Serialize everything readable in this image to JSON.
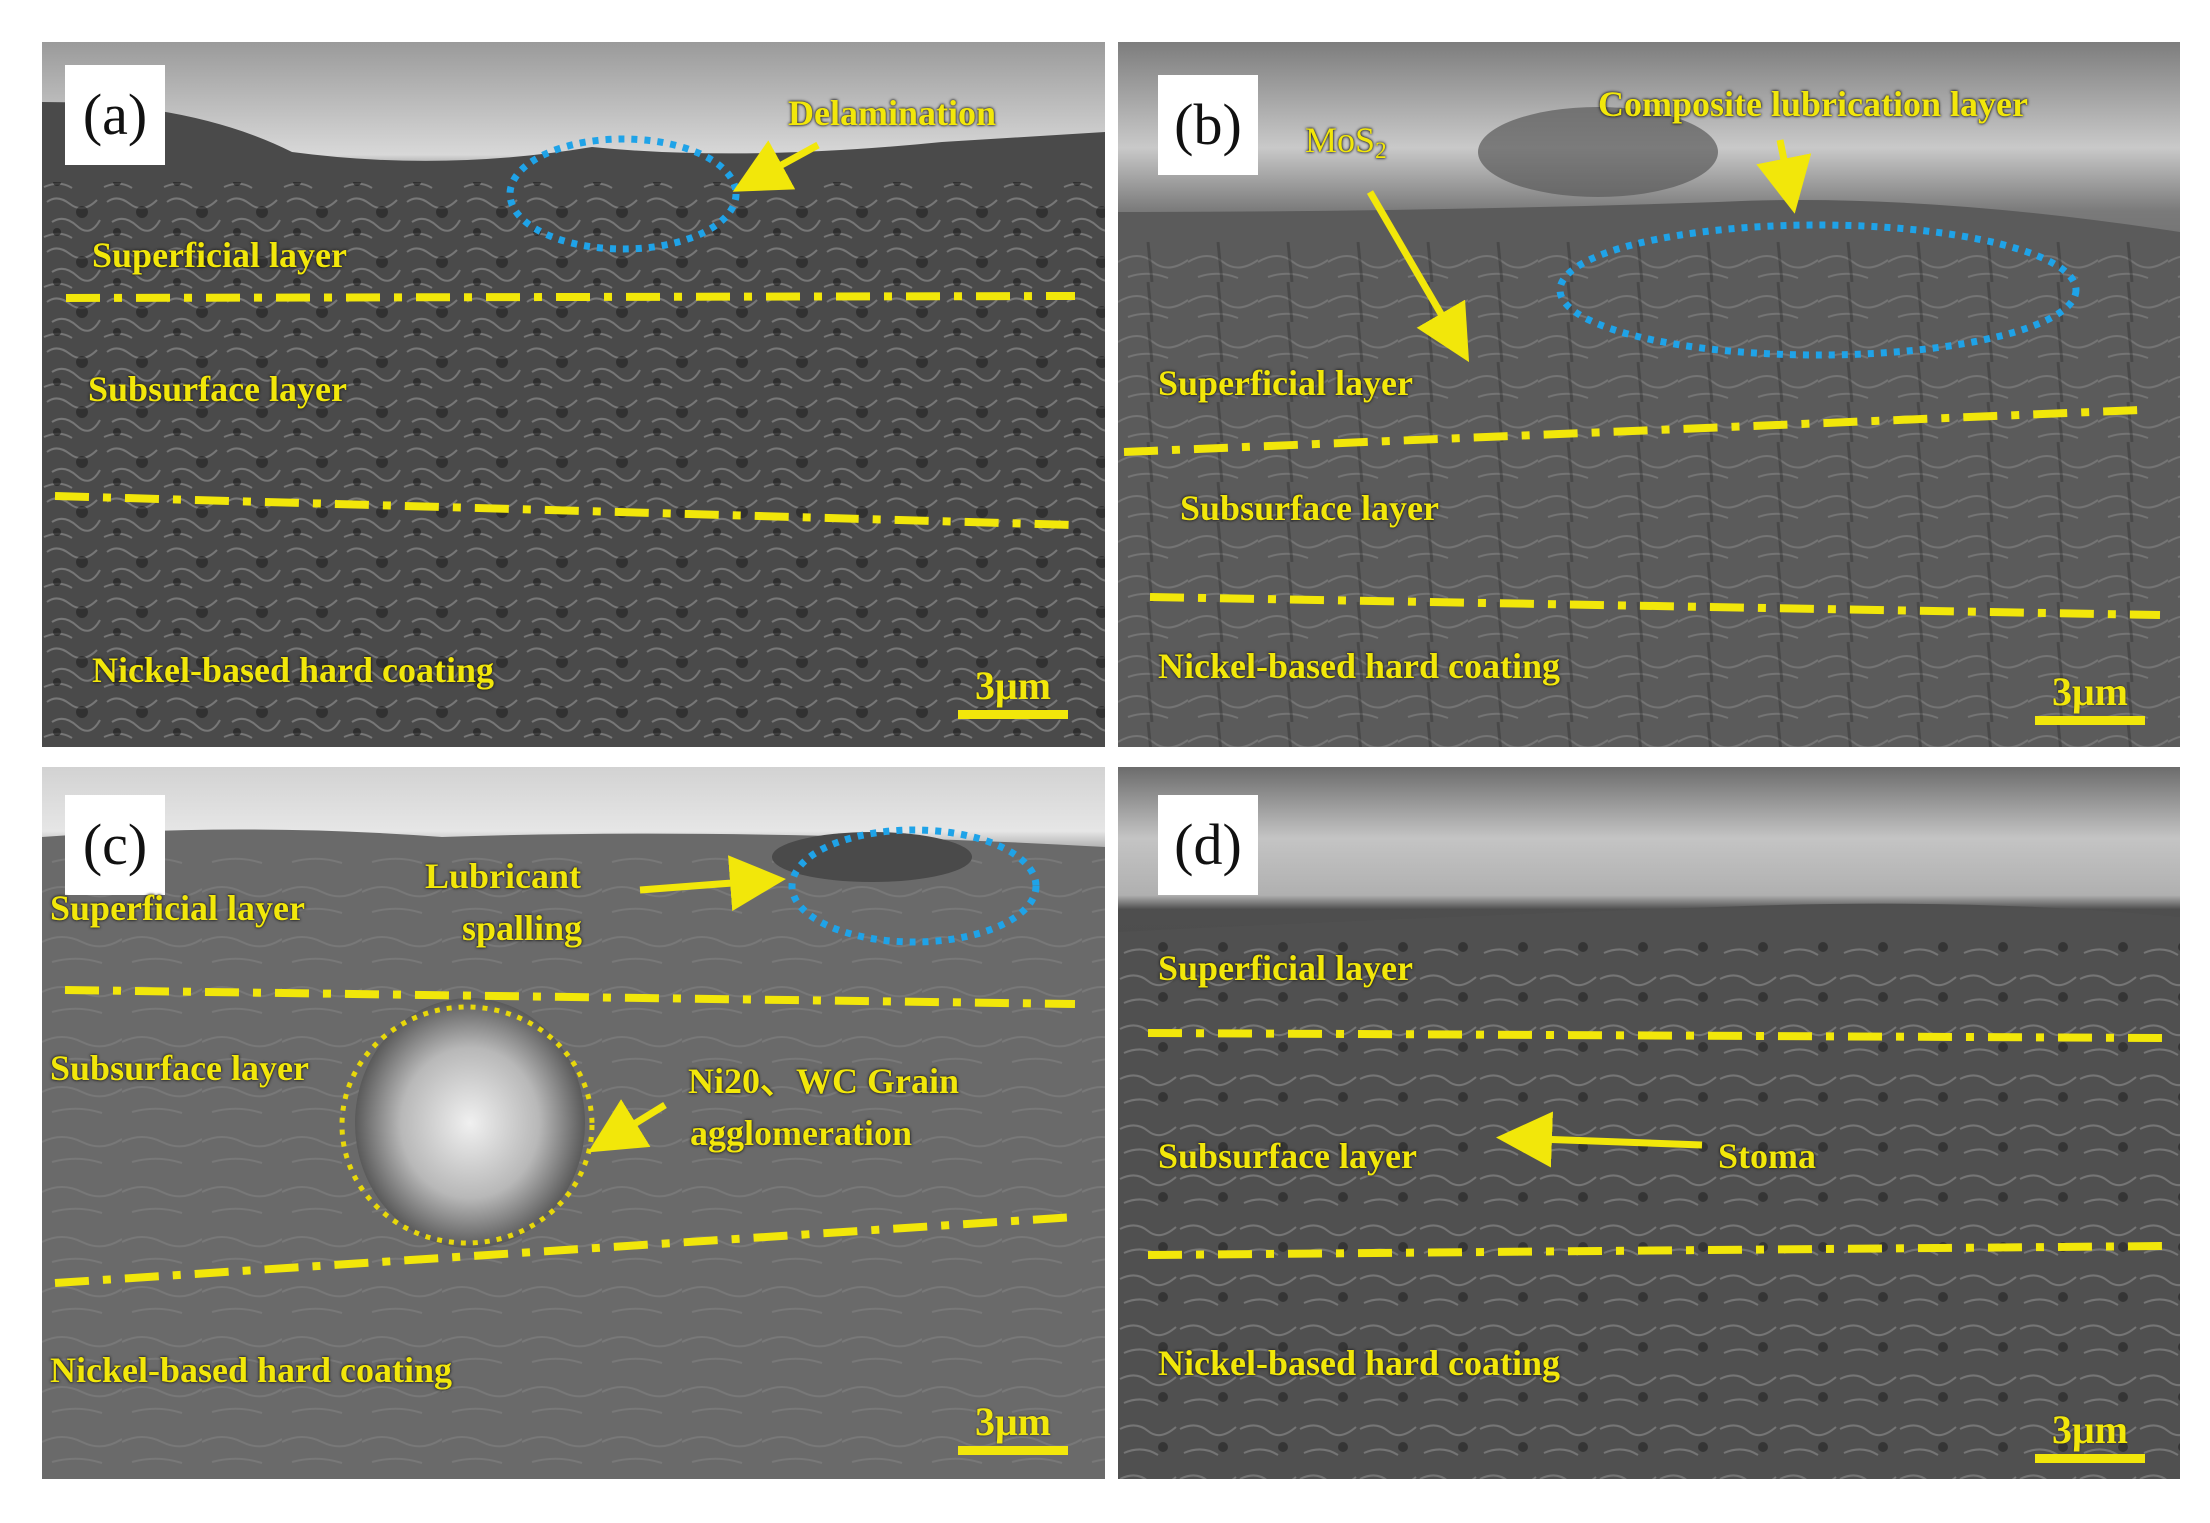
{
  "panels": {
    "a": {
      "label": "(a)",
      "superficial": "Superficial layer",
      "subsurface": "Subsurface layer",
      "coating": "Nickel-based hard coating",
      "annotation": "Delamination",
      "scale": "3μm"
    },
    "b": {
      "label": "(b)",
      "superficial": "Superficial layer",
      "subsurface": "Subsurface layer",
      "coating": "Nickel-based hard coating",
      "annotation_mos2_main": "MoS",
      "annotation_mos2_sub": "2",
      "annotation_layer": "Composite lubrication layer",
      "scale": "3μm"
    },
    "c": {
      "label": "(c)",
      "superficial": "Superficial layer",
      "subsurface": "Subsurface layer",
      "coating": "Nickel-based hard coating",
      "annotation_spalling_1": "Lubricant",
      "annotation_spalling_2": "spalling",
      "annotation_grain_1": "Ni20、WC Grain",
      "annotation_grain_2": "agglomeration",
      "scale": "3μm"
    },
    "d": {
      "label": "(d)",
      "superficial": "Superficial layer",
      "subsurface": "Subsurface layer",
      "coating": "Nickel-based hard coating",
      "annotation": "Stoma",
      "scale": "3μm"
    }
  },
  "colors": {
    "annotation_yellow": "#f2e70a",
    "ellipse_blue": "#1fa3e8",
    "ellipse_yellow": "#e8d80a",
    "panel_label_bg": "#ffffff"
  }
}
